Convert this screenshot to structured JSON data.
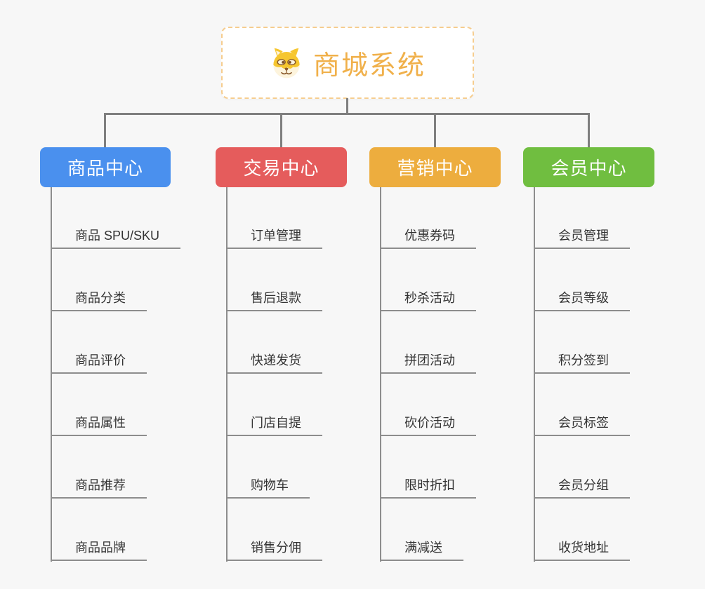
{
  "root": {
    "title": "商城系统",
    "icon": "shiba-dog-icon",
    "text_color": "#f0b04a",
    "border_color": "#f6cd8f"
  },
  "colors": {
    "background": "#f7f7f7",
    "connector": "#7f7f7f",
    "child_line": "#8d8d8d",
    "child_text": "#333333"
  },
  "branches": [
    {
      "label": "商品中心",
      "color": "#4a90ee",
      "children": [
        "商品 SPU/SKU",
        "商品分类",
        "商品评价",
        "商品属性",
        "商品推荐",
        "商品品牌"
      ]
    },
    {
      "label": "交易中心",
      "color": "#e55c5c",
      "children": [
        "订单管理",
        "售后退款",
        "快递发货",
        "门店自提",
        "购物车",
        "销售分佣"
      ]
    },
    {
      "label": "营销中心",
      "color": "#edad3e",
      "children": [
        "优惠券码",
        "秒杀活动",
        "拼团活动",
        "砍价活动",
        "限时折扣",
        "满减送"
      ]
    },
    {
      "label": "会员中心",
      "color": "#70be40",
      "children": [
        "会员管理",
        "会员等级",
        "积分签到",
        "会员标签",
        "会员分组",
        "收货地址"
      ]
    }
  ]
}
